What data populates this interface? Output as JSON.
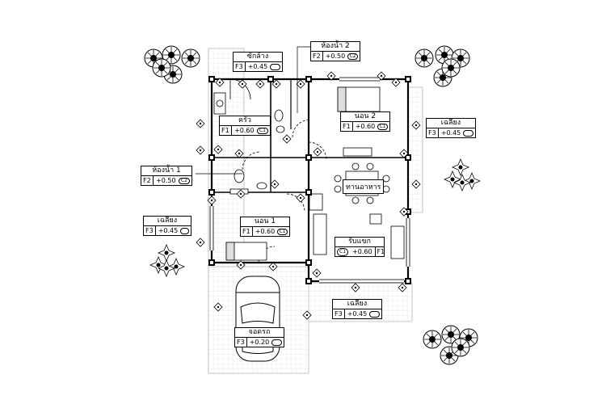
{
  "rooms": [
    {
      "id": "laundry",
      "name": "ซักล้าง",
      "floor_code": "F3",
      "level": "+0.45",
      "ceiling_code": ""
    },
    {
      "id": "bath2",
      "name": "ห้องน้ำ 2",
      "floor_code": "F2",
      "level": "+0.50",
      "ceiling_code": "C2"
    },
    {
      "id": "kitchen",
      "name": "ครัว",
      "floor_code": "F1",
      "level": "+0.60",
      "ceiling_code": "C1"
    },
    {
      "id": "bed2",
      "name": "นอน 2",
      "floor_code": "F1",
      "level": "+0.60",
      "ceiling_code": "C1"
    },
    {
      "id": "terrace_ne",
      "name": "เฉลียง",
      "floor_code": "F3",
      "level": "+0.45",
      "ceiling_code": ""
    },
    {
      "id": "bath1",
      "name": "ห้องน้ำ 1",
      "floor_code": "F2",
      "level": "+0.50",
      "ceiling_code": "C2"
    },
    {
      "id": "terrace_w",
      "name": "เฉลียง",
      "floor_code": "F3",
      "level": "+0.45",
      "ceiling_code": ""
    },
    {
      "id": "bed1",
      "name": "นอน 1",
      "floor_code": "F1",
      "level": "+0.60",
      "ceiling_code": "C1"
    },
    {
      "id": "living",
      "name": "รับแขก",
      "floor_code": "C1",
      "level": "+0.60",
      "ceiling_code": "F1"
    },
    {
      "id": "terrace_s",
      "name": "เฉลียง",
      "floor_code": "F3",
      "level": "+0.45",
      "ceiling_code": ""
    },
    {
      "id": "carport",
      "name": "จอดรถ",
      "floor_code": "F3",
      "level": "+0.20",
      "ceiling_code": ""
    }
  ],
  "dining_label": "ทานอาหาร"
}
